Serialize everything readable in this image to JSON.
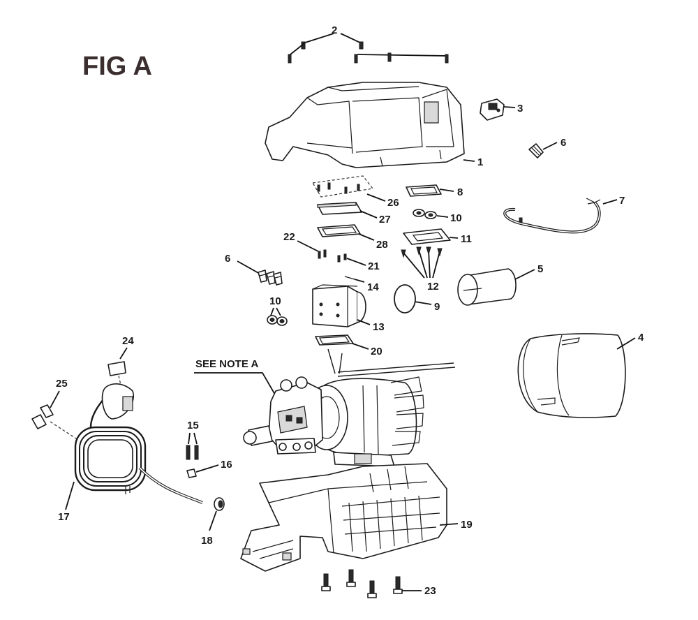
{
  "figure": {
    "title": "FIG A",
    "note_label": "SEE NOTE A"
  },
  "callouts": {
    "c1": "1",
    "c2": "2",
    "c3": "3",
    "c4": "4",
    "c5": "5",
    "c6a": "6",
    "c6b": "6",
    "c7": "7",
    "c8": "8",
    "c9": "9",
    "c10a": "10",
    "c10b": "10",
    "c11": "11",
    "c12": "12",
    "c13": "13",
    "c14": "14",
    "c15": "15",
    "c16": "16",
    "c17": "17",
    "c18": "18",
    "c19": "19",
    "c20": "20",
    "c21": "21",
    "c22": "22",
    "c23": "23",
    "c24": "24",
    "c25": "25",
    "c26": "26",
    "c27": "27",
    "c28": "28"
  },
  "colors": {
    "line": "#1a1a1a",
    "title": "#3a2e2e",
    "background": "#ffffff"
  }
}
